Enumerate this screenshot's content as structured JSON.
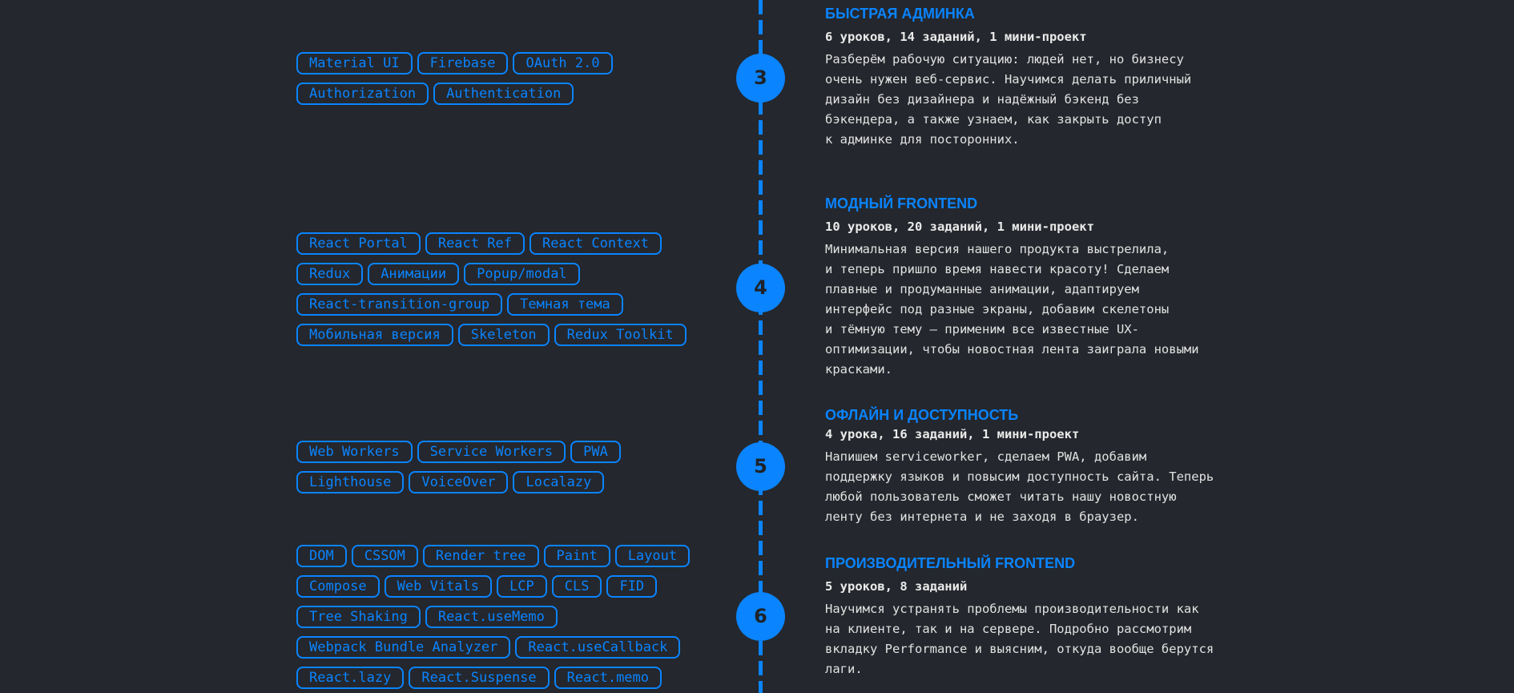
{
  "sections": [
    {
      "number": "3",
      "title": "БЫСТРАЯ АДМИНКА",
      "meta": "6 уроков, 14 заданий, 1 мини-проект",
      "description": "Разберём рабочую ситуацию: людей нет, но бизнесу\nочень нужен веб-сервис. Научимся делать приличный\nдизайн без дизайнера и надёжный бэкенд без\nбэкендера, а также узнаем, как закрыть доступ\nк админке для посторонних.",
      "tags": [
        "Material UI",
        "Firebase",
        "OAuth 2.0",
        "Authorization",
        "Authentication"
      ]
    },
    {
      "number": "4",
      "title": "МОДНЫЙ FRONTEND",
      "meta": "10 уроков, 20 заданий, 1 мини-проект",
      "description": "Минимальная версия нашего продукта выстрелила,\nи теперь пришло время навести красоту! Сделаем\nплавные и продуманные анимации, адаптируем\nинтерфейс под разные экраны, добавим скелетоны\nи тёмную тему — применим все известные UX-\nоптимизации, чтобы новостная лента заиграла новыми\nкрасками.",
      "tags": [
        "React Portal",
        "React Ref",
        "React Context",
        "Redux",
        "Анимации",
        "Popup/modal",
        "React-transition-group",
        "Темная тема",
        "Мобильная версия",
        "Skeleton",
        "Redux Toolkit"
      ]
    },
    {
      "number": "5",
      "title": "ОФЛАЙН И ДОСТУПНОСТЬ",
      "meta": "4 урока, 16 заданий, 1 мини-проект",
      "description": "Напишем serviceworker, сделаем PWA, добавим\nподдержку языков и повысим доступность сайта. Теперь\nлюбой пользователь сможет читать нашу новостную\nленту без интернета и не заходя в браузер.",
      "tags": [
        "Web Workers",
        "Service Workers",
        "PWA",
        "Lighthouse",
        "VoiceOver",
        "Localazy"
      ]
    },
    {
      "number": "6",
      "title": "ПРОИЗВОДИТЕЛЬНЫЙ FRONTEND",
      "meta": "5 уроков, 8 заданий",
      "description": "Научимся устранять проблемы производительности как\nна клиенте, так и на сервере. Подробно рассмотрим\nвкладку Performance и выясним, откуда вообще берутся\nлаги.",
      "tags": [
        "DOM",
        "CSSOM",
        "Render tree",
        "Paint",
        "Layout",
        "Compose",
        "Web Vitals",
        "LCP",
        "CLS",
        "FID",
        "Tree Shaking",
        "React.useMemo",
        "Webpack Bundle Analyzer",
        "React.useCallback",
        "React.lazy",
        "React.Suspense",
        "React.memo"
      ]
    }
  ]
}
